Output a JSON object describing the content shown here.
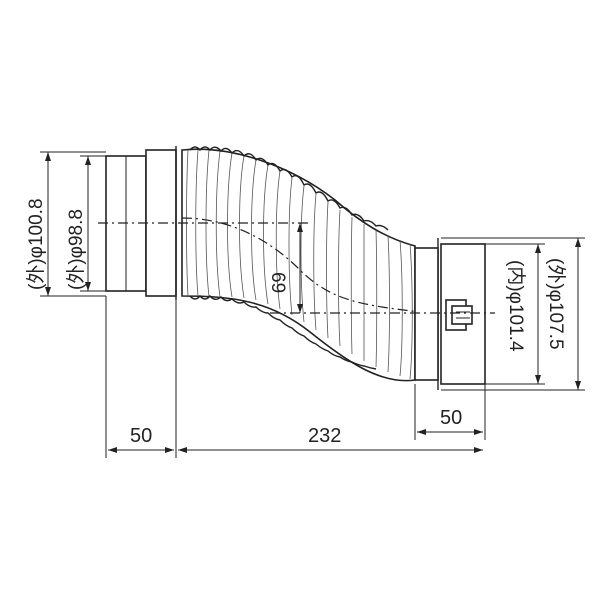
{
  "dimensions": {
    "outer_diameter_left": "(外)φ100.8",
    "outer_diameter_left2": "(外)φ98.8",
    "inner_diameter_right": "(内)φ101.4",
    "outer_diameter_right": "(外)φ107.5",
    "offset": "69",
    "length_left": "50",
    "length_total": "232",
    "length_right": "50"
  }
}
